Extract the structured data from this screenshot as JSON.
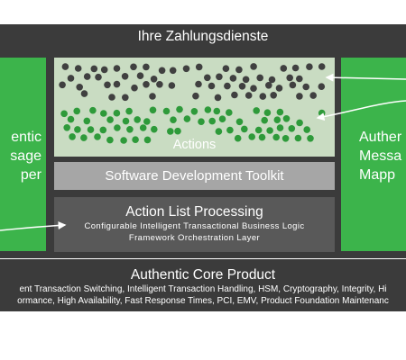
{
  "header": {
    "title": "Ihre Zahlungsdienste"
  },
  "left_box": {
    "lines": [
      "entic",
      "sage",
      "per"
    ]
  },
  "right_box": {
    "lines": [
      "Auther",
      "Messa",
      "Mapp"
    ]
  },
  "actions": {
    "label": "Actions"
  },
  "sdk": {
    "label": "Software Development Toolkit"
  },
  "alp": {
    "title": "Action List Processing",
    "sub1": "Configurable Intelligent Transactional Business Logic",
    "sub2": "Framework Orchestration Layer"
  },
  "core": {
    "title": "Authentic Core Product",
    "line1": "ent Transaction Switching, Intelligent Transaction Handling, HSM, Cryptography, Integrity, Hi",
    "line2": "ormance, High Availability, Fast Response Times, PCI, EMV, Product Foundation Maintenanc"
  },
  "colors": {
    "dark_band": "#3b3b3b",
    "green": "#3cb44b",
    "actions_bg": "#c9dcc2",
    "dark_dot": "#404040",
    "green_dot": "#2e9a3a",
    "sdk_bg": "#a6a6a6",
    "alp_bg": "#595959"
  }
}
